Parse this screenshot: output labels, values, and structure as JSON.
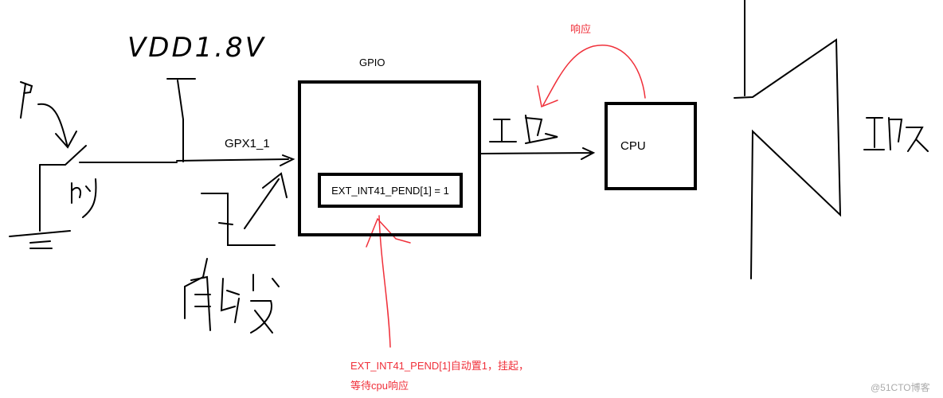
{
  "labels": {
    "gpio": "GPIO",
    "pin": "GPX1_1",
    "register": "EXT_INT41_PEND[1] = 1",
    "cpu": "CPU",
    "response": "响应",
    "note_line1": "EXT_INT41_PEND[1]自动置1，挂起，",
    "note_line2": "等待cpu响应"
  },
  "handwriting": {
    "voltage": "VDD1.8V",
    "press": "按",
    "trigger": "触发",
    "interrupt_left": "中断",
    "interrupt_right": "中断"
  },
  "watermark": "@51CTO博客",
  "colors": {
    "ink": "#000000",
    "annotation": "#f0303a"
  }
}
